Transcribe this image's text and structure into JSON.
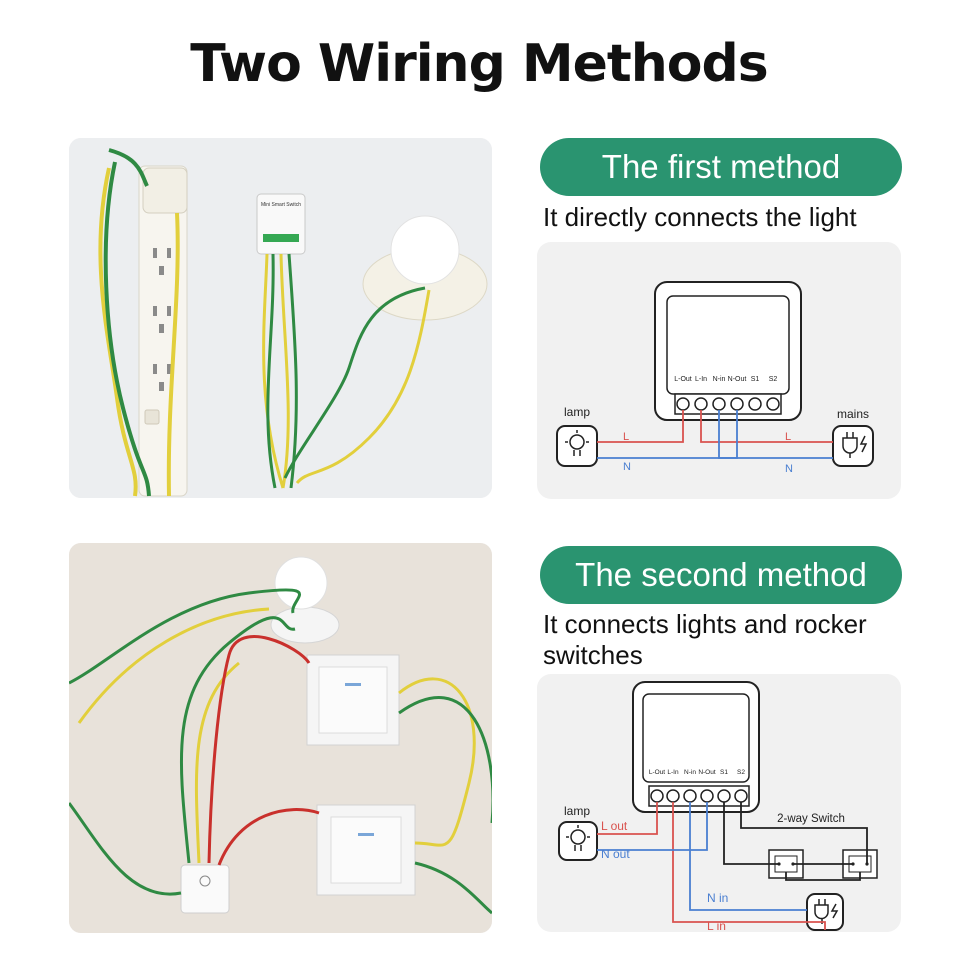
{
  "title": "Two Wiring Methods",
  "method1": {
    "heading": "The first method",
    "description": "It directly connects the light",
    "diagram": {
      "terminals": [
        "L-Out",
        "L-In",
        "N-in",
        "N-Out",
        "S1",
        "S2"
      ],
      "lamp_label": "lamp",
      "mains_label": "mains",
      "wire_l_left": "L",
      "wire_n_left": "N",
      "wire_l_right": "L",
      "wire_n_right": "N"
    }
  },
  "method2": {
    "heading": "The second method",
    "description": "It connects lights and rocker switches",
    "diagram": {
      "terminals": [
        "L-Out",
        "L-In",
        "N-in",
        "N-Out",
        "S1",
        "S2"
      ],
      "lamp_label": "lamp",
      "l_out_label": "L out",
      "n_out_label": "N out",
      "switch_label": "2-way Switch",
      "n_in_label": "N in",
      "l_in_label": "L in"
    }
  },
  "photo1": {
    "device_label": "Mini Smart Switch"
  },
  "colors": {
    "accent_green": "#2a9470",
    "wire_red": "#d9534f",
    "wire_blue": "#4a7fd1",
    "wire_black": "#222222"
  }
}
